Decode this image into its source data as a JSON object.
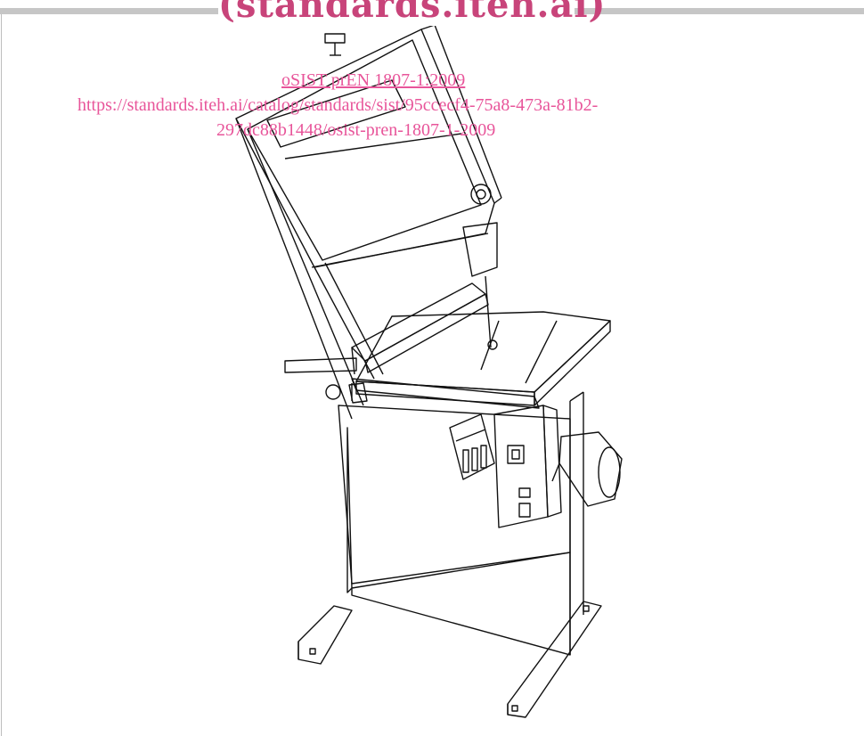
{
  "watermark": {
    "title": "(standards.iteh.ai)",
    "standard": "oSIST prEN 1807-1:2009",
    "url_line1": "https://standards.iteh.ai/catalog/standards/sist/95ccecf4-75a8-473a-81b2-",
    "url_line2": "297dc88b1448/osist-pren-1807-1-2009"
  },
  "figure": {
    "subject": "band-saw-machine-icon"
  },
  "colors": {
    "watermark_title": "#c8447a",
    "watermark_link": "#e8559a",
    "line_art": "#111111",
    "top_bar": "#c6c6c6"
  }
}
